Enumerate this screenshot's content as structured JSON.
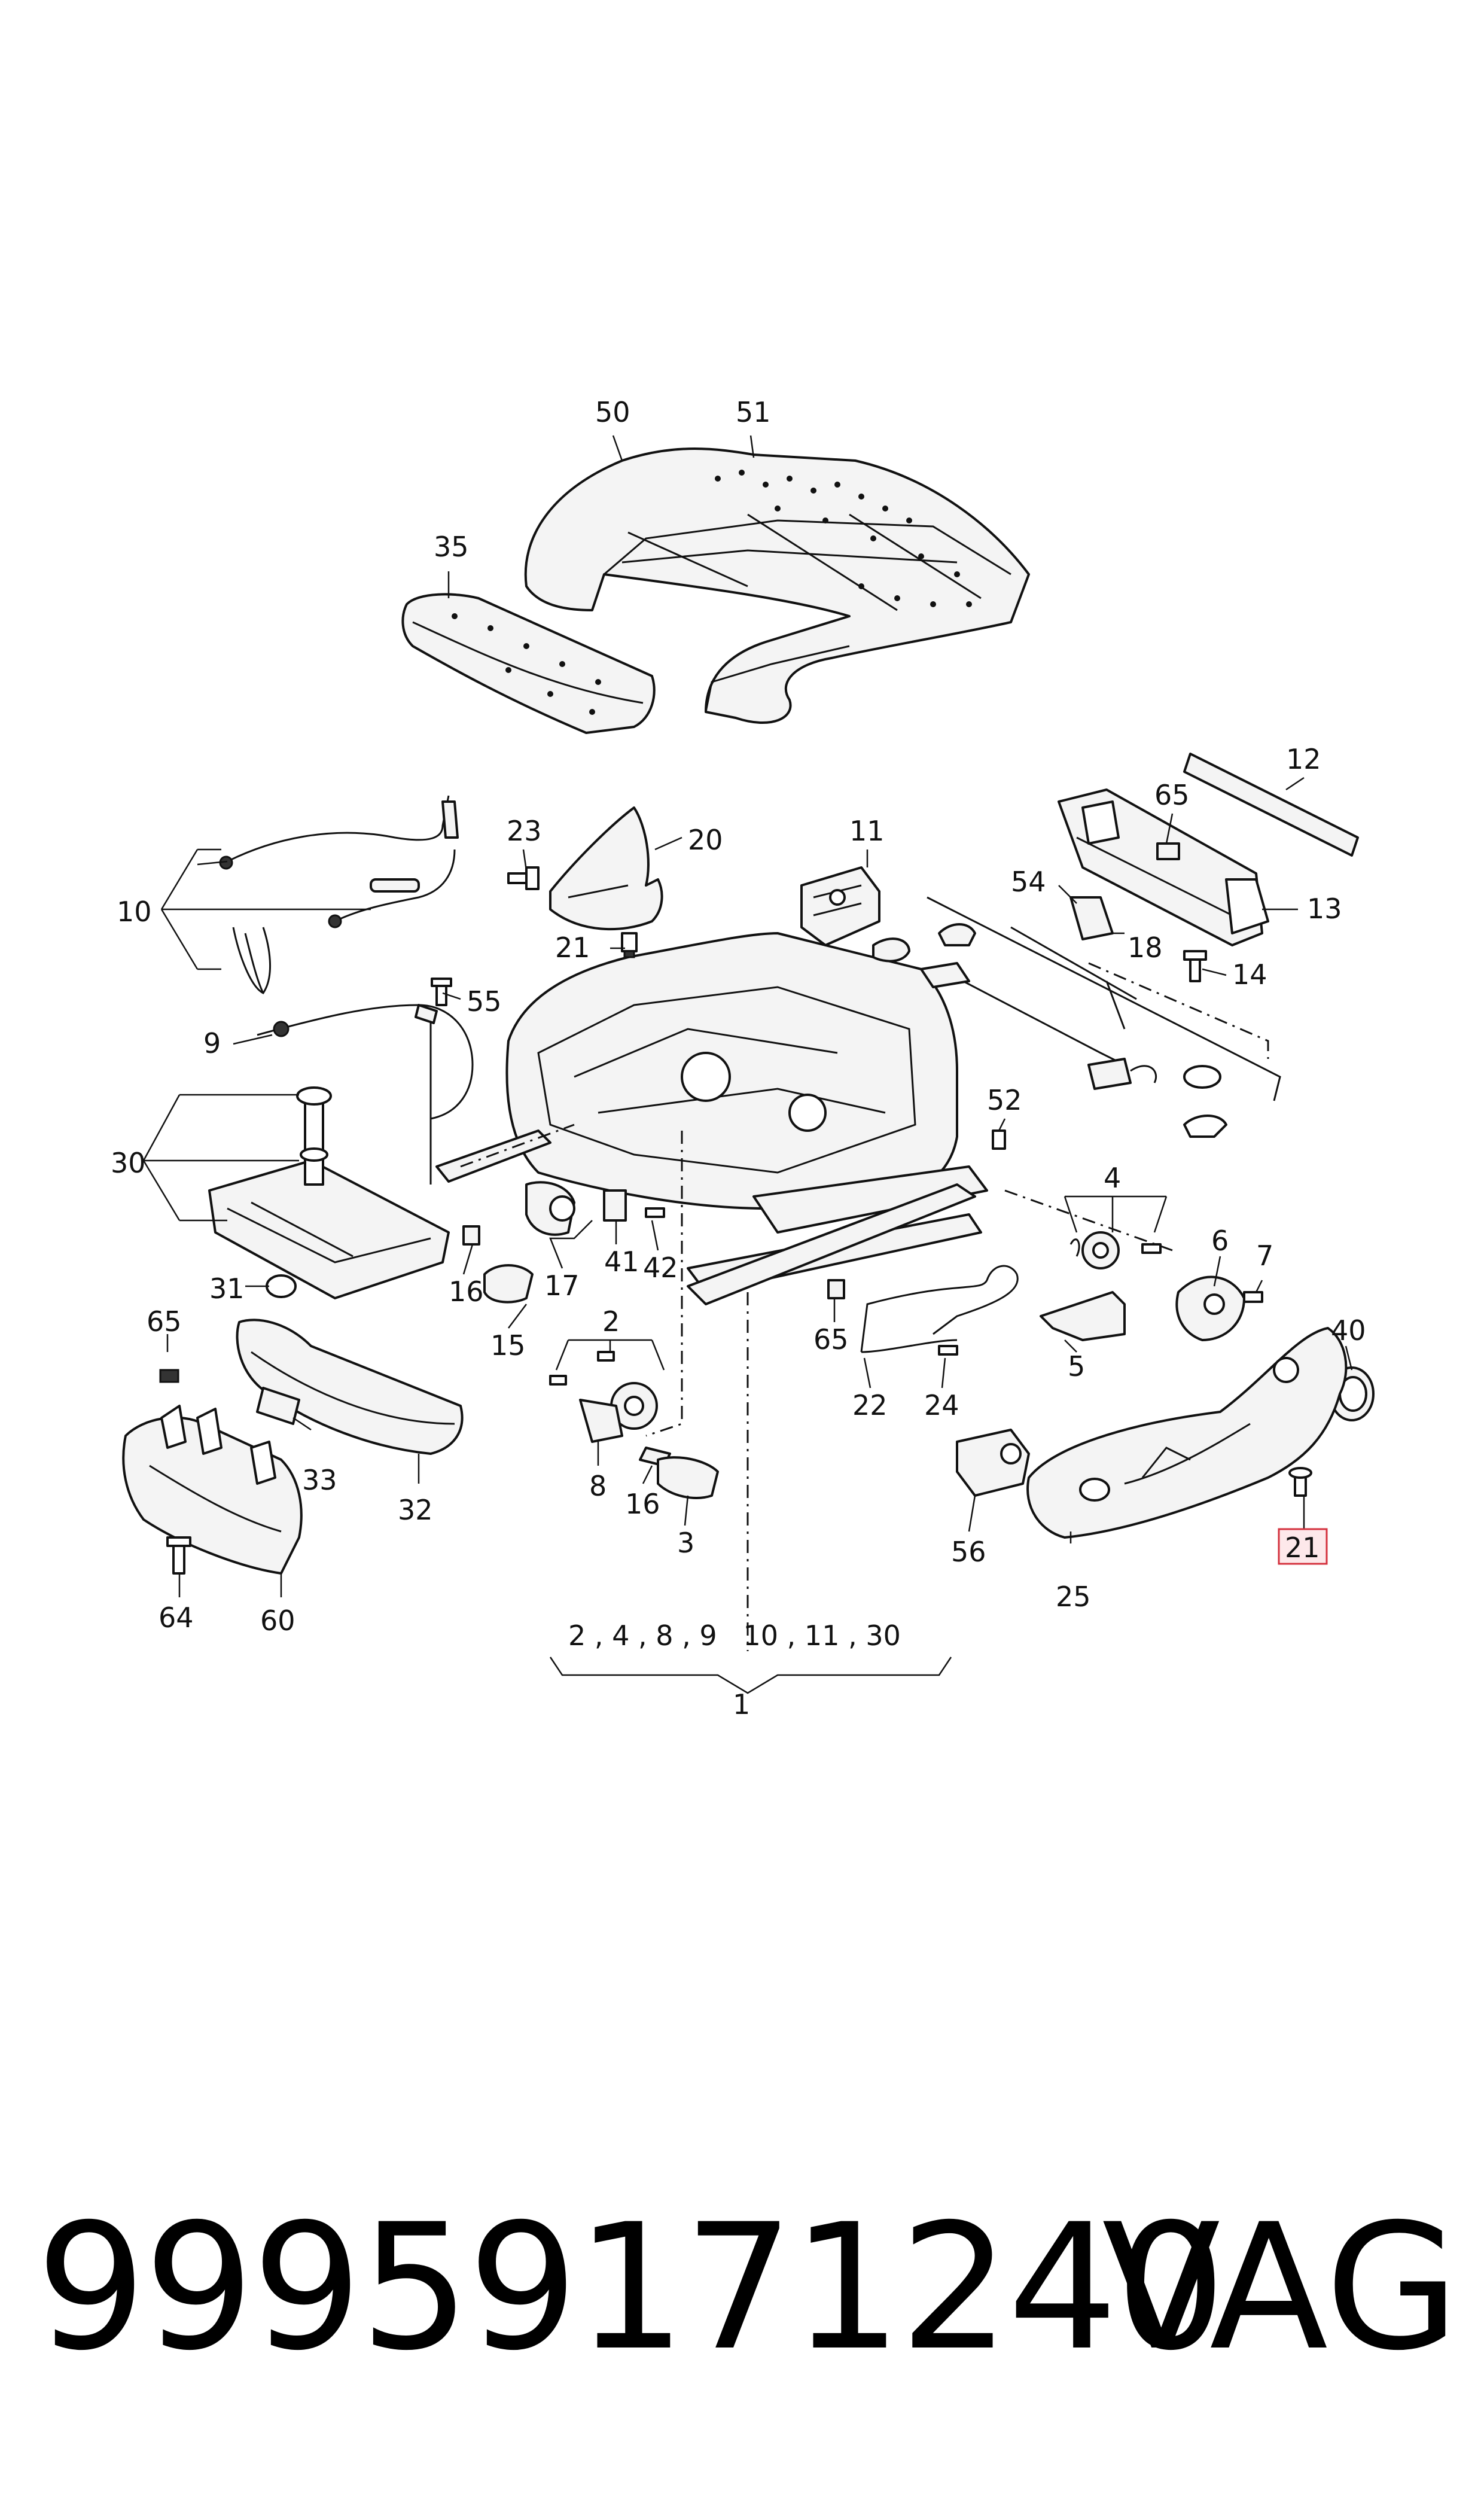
{
  "callouts": {
    "c50": "50",
    "c51": "51",
    "c35": "35",
    "c12": "12",
    "c65a": "65",
    "c54": "54",
    "c18": "18",
    "c13": "13",
    "c14": "14",
    "c11": "11",
    "c23": "23",
    "c20": "20",
    "c21a": "21",
    "c10": "10",
    "c9": "9",
    "c55": "55",
    "c30": "30",
    "c31": "31",
    "c52": "52",
    "c4": "4",
    "c6": "6",
    "c7": "7",
    "c5": "5",
    "c40": "40",
    "c16a": "16",
    "c17": "17",
    "c41": "41",
    "c42": "42",
    "c15": "15",
    "c2": "2",
    "c8": "8",
    "c16b": "16",
    "c3": "3",
    "c65b": "65",
    "c22": "22",
    "c24": "24",
    "c56": "56",
    "c25": "25",
    "c21b": "21",
    "c65c": "65",
    "c64": "64",
    "c60": "60",
    "c33": "33",
    "c32": "32",
    "c1": "1",
    "group_list": "2 , 4 , 8 , 9   10 , 11 , 30"
  },
  "highlighted_callout": "21",
  "highlight_color": "#d4323e",
  "footer": {
    "part_number": "99959171240",
    "brand": "VAG"
  }
}
